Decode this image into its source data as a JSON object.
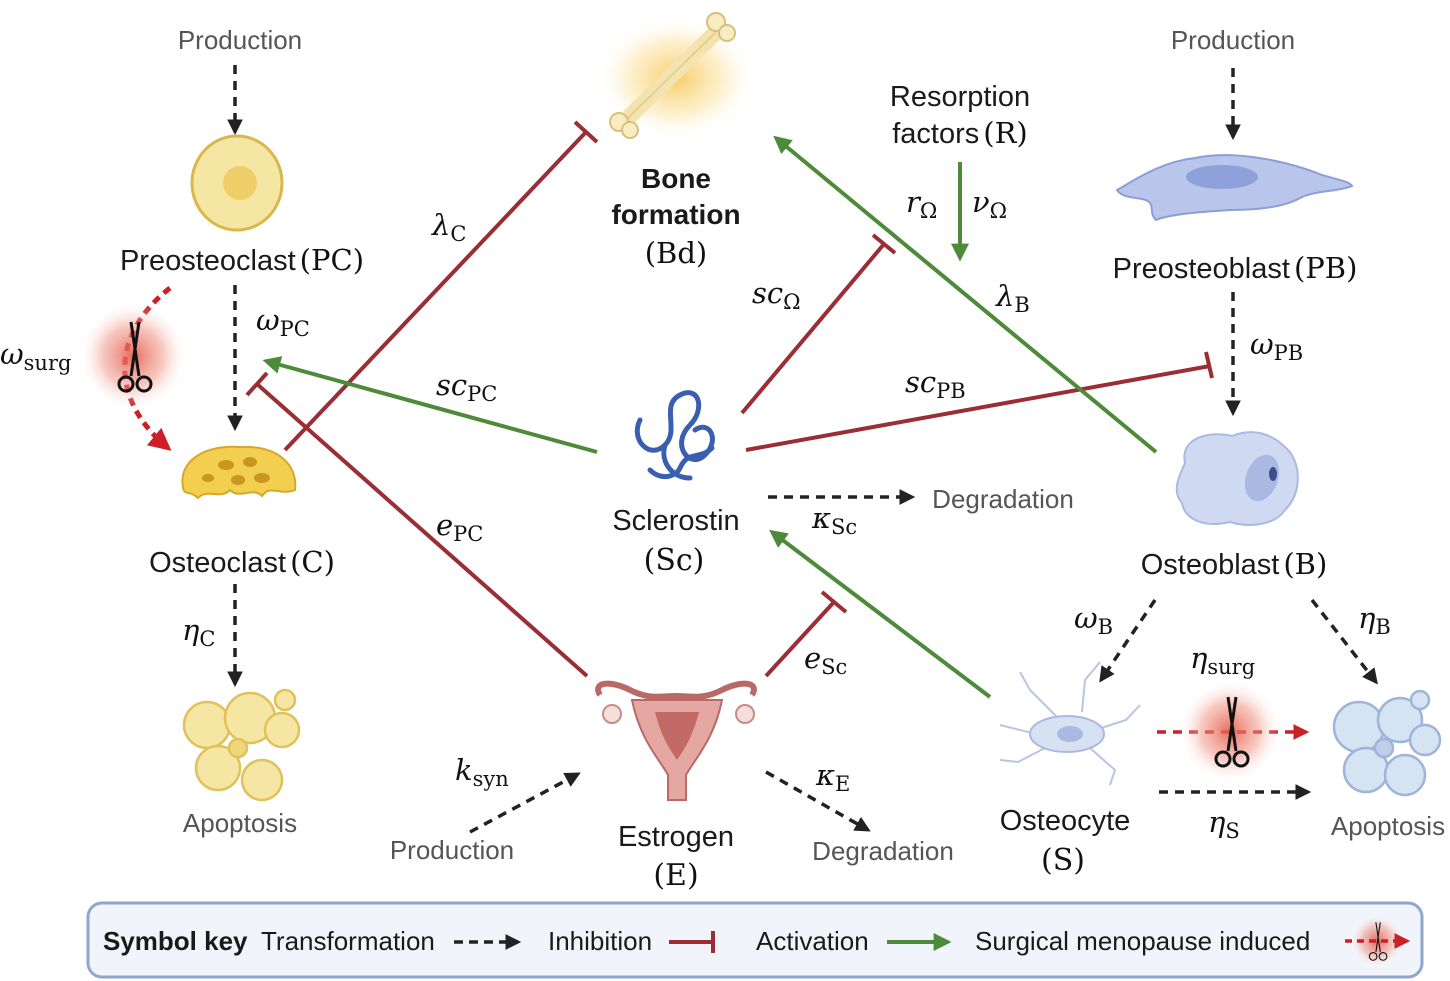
{
  "colors": {
    "inhibition": "#9b2d35",
    "activation": "#4d8a3a",
    "transformation": "#222222",
    "surgical": "#cc1f26",
    "preosteoclast": "#f6e6a4",
    "osteoclast": "#f2cf4f",
    "preosteoblast": "#b9c5ea",
    "osteoblast": "#cfdaf2",
    "sclerostin": "#3a5fae",
    "estrogen": "#d98b86",
    "key_border": "#8fa6cf",
    "key_bg": "#f1f5fb"
  },
  "nodes": {
    "production_left": "Production",
    "production_right": "Production",
    "production_bottom": "Production",
    "preosteoclast_name": "Preosteoclast",
    "preosteoclast_abbr": "(PC)",
    "osteoclast_name": "Osteoclast",
    "osteoclast_abbr": "(C)",
    "apoptosis_left": "Apoptosis",
    "apoptosis_right": "Apoptosis",
    "bone_line1": "Bone",
    "bone_line2": "formation",
    "bone_abbr": "(Bd)",
    "resorption_line1": "Resorption",
    "resorption_line2": "factors",
    "resorption_abbr": "(R)",
    "preosteoblast_name": "Preosteoblast",
    "preosteoblast_abbr": "(PB)",
    "osteoblast_name": "Osteoblast",
    "osteoblast_abbr": "(B)",
    "sclerostin_name": "Sclerostin",
    "sclerostin_abbr": "(Sc)",
    "degradation_sc": "Degradation",
    "degradation_e": "Degradation",
    "estrogen_name": "Estrogen",
    "estrogen_abbr": "(E)",
    "osteocyte_name": "Osteocyte",
    "osteocyte_abbr": "(S)"
  },
  "params": {
    "omega_pc": {
      "sym": "ω",
      "sub": "PC"
    },
    "omega_surg": {
      "sym": "ω",
      "sub": "surg"
    },
    "lambda_c": {
      "sym": "λ",
      "sub": "C"
    },
    "sc_pc": {
      "sym": "sc",
      "sub": "PC"
    },
    "e_pc": {
      "sym": "e",
      "sub": "PC"
    },
    "eta_c": {
      "sym": "η",
      "sub": "C"
    },
    "r_omega": {
      "sym": "r",
      "sub": "Ω"
    },
    "nu_omega": {
      "sym": "ν",
      "sub": "Ω"
    },
    "sc_omega": {
      "sym": "sc",
      "sub": "Ω"
    },
    "lambda_b": {
      "sym": "λ",
      "sub": "B"
    },
    "omega_pb": {
      "sym": "ω",
      "sub": "PB"
    },
    "sc_pb": {
      "sym": "sc",
      "sub": "PB"
    },
    "kappa_sc": {
      "sym": "κ",
      "sub": "Sc"
    },
    "e_sc": {
      "sym": "e",
      "sub": "Sc"
    },
    "k_syn": {
      "sym": "k",
      "sub": "syn"
    },
    "kappa_e": {
      "sym": "κ",
      "sub": "E"
    },
    "omega_b": {
      "sym": "ω",
      "sub": "B"
    },
    "eta_b": {
      "sym": "η",
      "sub": "B"
    },
    "eta_surg": {
      "sym": "η",
      "sub": "surg"
    },
    "eta_s": {
      "sym": "η",
      "sub": "S"
    }
  },
  "symbol_key": {
    "title": "Symbol key",
    "transformation": "Transformation",
    "inhibition": "Inhibition",
    "activation": "Activation",
    "surgical": "Surgical menopause induced"
  }
}
